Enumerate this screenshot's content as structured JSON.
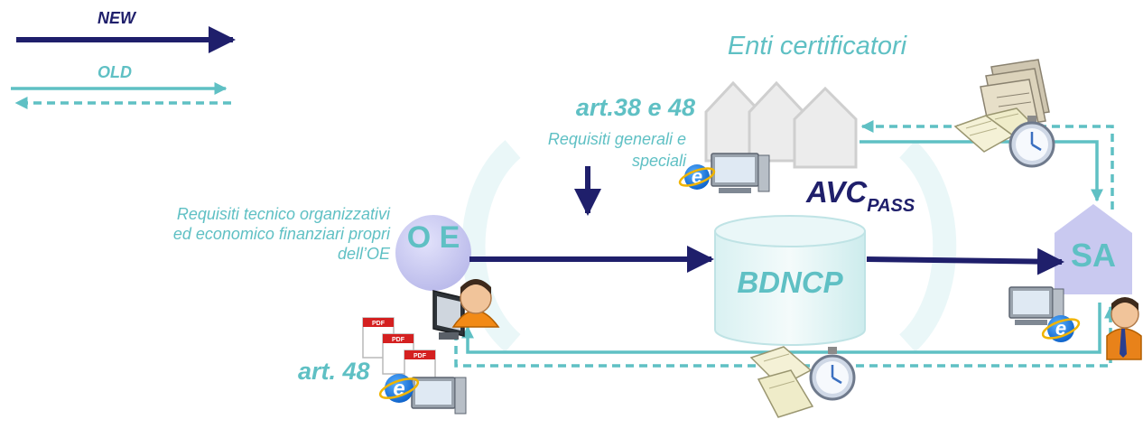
{
  "legend": {
    "new_label": "NEW",
    "old_label": "OLD"
  },
  "nodes": {
    "enti_label": "Enti certificatori",
    "oe_label": "O E",
    "bdncp_label": "BDNCP",
    "sa_label": "SA",
    "avc_main": "AVC",
    "avc_sub": "PASS"
  },
  "annotations": {
    "art38_48": "art.38 e 48",
    "requisiti_generali": "Requisiti generali e speciali",
    "requisiti_tecnico": "Requisiti tecnico organizzativi ed economico finanziari propri dell’OE",
    "art48": "art. 48"
  },
  "icons": [
    "house-icon",
    "database-icon",
    "computer-icon",
    "browser-e-icon",
    "person-icon",
    "pdf-document-icon",
    "paper-stack-icon",
    "open-book-icon",
    "stopwatch-icon",
    "arrow-icon"
  ],
  "colors": {
    "new_arrow": "#1f1f6b",
    "old_arrow": "#5fc0c4",
    "accent_text": "#5fc0c4",
    "node_fill": "#c9c9f0",
    "house_fill": "#ececec"
  }
}
